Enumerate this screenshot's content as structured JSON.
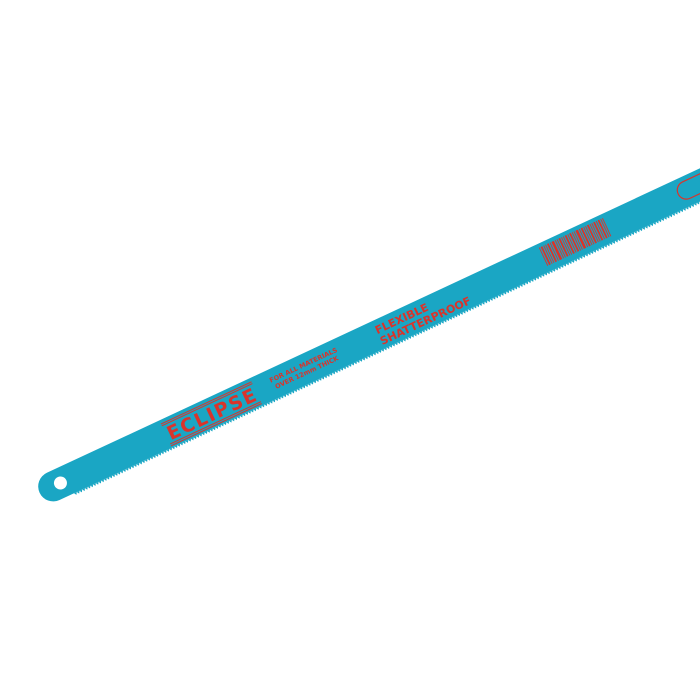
{
  "product": {
    "brand": "ECLIPSE",
    "usage_line1": "FOR ALL MATERIALS",
    "usage_line2": "OVER 12mm THICK",
    "feature_line1": "FLEXIBLE",
    "feature_line2": "SHATTERPROOF"
  },
  "colors": {
    "blade": "#1aa6c4",
    "print": "#d9342b",
    "background": "#ffffff"
  }
}
